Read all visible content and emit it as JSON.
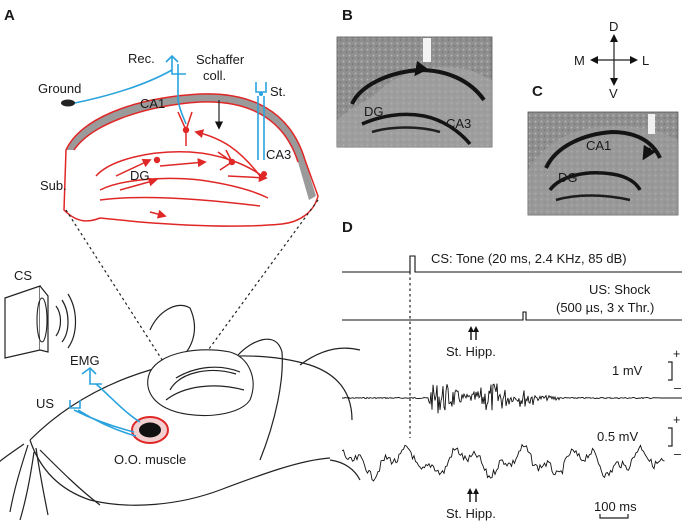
{
  "panels": {
    "a": "A",
    "b": "B",
    "c": "C",
    "d": "D"
  },
  "panel_a": {
    "rec": "Rec.",
    "ground": "Ground",
    "schaffer_line1": "Schaffer",
    "schaffer_line2": "coll.",
    "st": "St.",
    "ca1": "CA1",
    "ca3": "CA3",
    "sub": "Sub.",
    "dg": "DG",
    "cs": "CS",
    "emg": "EMG",
    "us": "US",
    "muscle": "O.O. muscle"
  },
  "panel_b": {
    "dg": "DG",
    "ca3": "CA3"
  },
  "compass": {
    "d": "D",
    "v": "V",
    "m": "M",
    "l": "L"
  },
  "panel_c": {
    "ca1": "CA1",
    "dg": "DG"
  },
  "panel_d": {
    "cs_label": "CS: Tone (20 ms, 2.4 KHz, 85 dB)",
    "us_label_line1": "US: Shock",
    "us_label_line2": "(500 µs, 3 x Thr.)",
    "st_hipp_top": "St. Hipp.",
    "scale_emg": "1 mV",
    "scale_lfp": "0.5 mV",
    "st_hipp_bottom": "St. Hipp.",
    "time_scale": "100 ms",
    "plus": "+",
    "minus": "–"
  },
  "colors": {
    "hippocampus": "#e02727",
    "electrodes": "#29a3dd",
    "layer": "#9a9a9a",
    "histology": "#8c8c8c"
  }
}
